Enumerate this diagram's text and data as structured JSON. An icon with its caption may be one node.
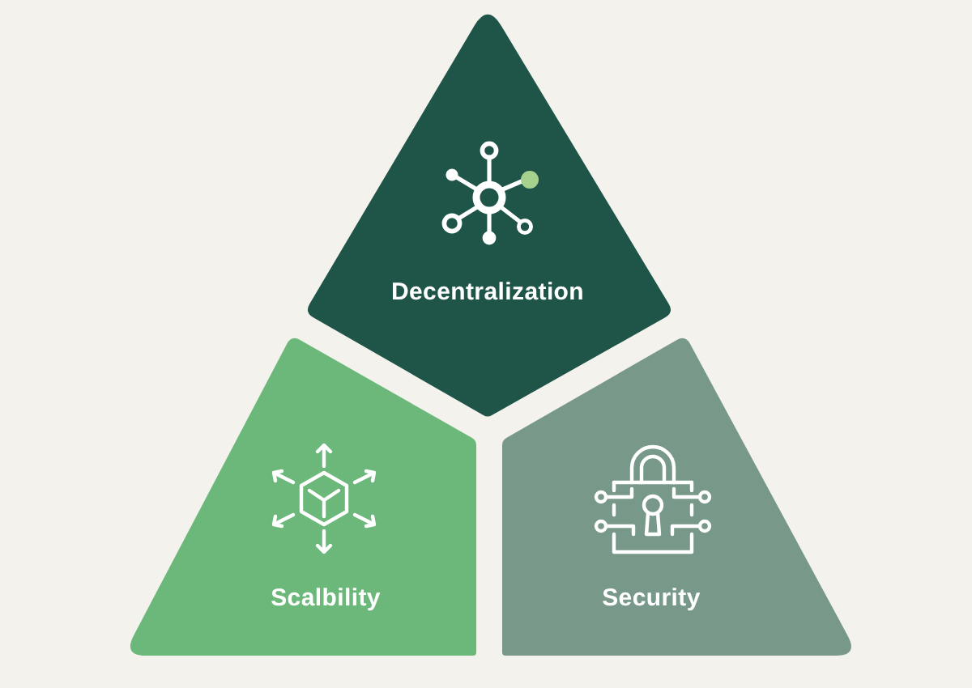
{
  "diagram": {
    "nodes": [
      {
        "text": [
          "Decentralization"
        ]
      },
      {
        "text": [
          "Scalbility"
        ]
      },
      {
        "text": [
          "Security"
        ]
      }
    ]
  }
}
